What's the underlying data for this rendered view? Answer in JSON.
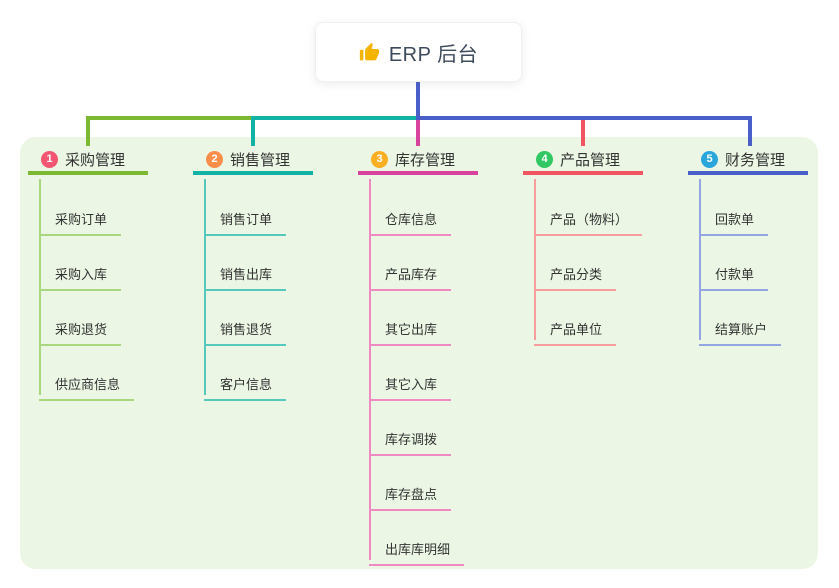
{
  "root": {
    "label": "ERP 后台",
    "icon": "thumbs-up",
    "text_color": "#3d4a5c"
  },
  "colors": {
    "canvas_bg": "#ffffff",
    "panel_bg": "#ebf7e4",
    "root_connector": "#4a5ec9",
    "text": "#333333",
    "thumb_icon": "#f4b400"
  },
  "branches": [
    {
      "index": "1",
      "label": "采购管理",
      "badge_color": "#f25672",
      "line_color": "#7cb831",
      "child_line_color": "#a9d77e",
      "children": [
        "采购订单",
        "采购入库",
        "采购退货",
        "供应商信息"
      ]
    },
    {
      "index": "2",
      "label": "销售管理",
      "badge_color": "#fb8e4b",
      "line_color": "#12b2a4",
      "child_line_color": "#57c8bc",
      "children": [
        "销售订单",
        "销售出库",
        "销售退货",
        "客户信息"
      ]
    },
    {
      "index": "3",
      "label": "库存管理",
      "badge_color": "#ffaf24",
      "line_color": "#d8439e",
      "child_line_color": "#ef8ac2",
      "children": [
        "仓库信息",
        "产品库存",
        "其它出库",
        "其它入库",
        "库存调拨",
        "库存盘点",
        "出库库明细"
      ]
    },
    {
      "index": "4",
      "label": "产品管理",
      "badge_color": "#31c863",
      "line_color": "#f15562",
      "child_line_color": "#f79d9d",
      "children": [
        "产品（物料）",
        "产品分类",
        "产品单位"
      ]
    },
    {
      "index": "5",
      "label": "财务管理",
      "badge_color": "#2ba6dd",
      "line_color": "#4a5ec9",
      "child_line_color": "#93a5e3",
      "children": [
        "回款单",
        "付款单",
        "结算账户"
      ]
    }
  ]
}
